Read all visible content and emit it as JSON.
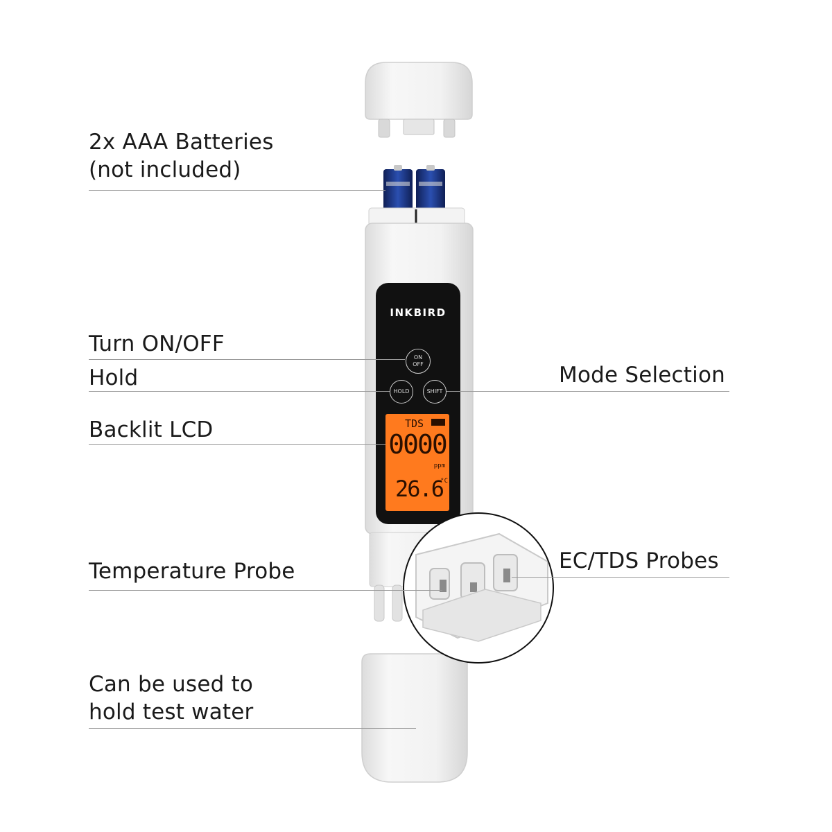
{
  "callouts": {
    "batteries": {
      "line1": "2x AAA Batteries",
      "line2": "(not included)"
    },
    "power": "Turn ON/OFF",
    "hold": "Hold",
    "mode": "Mode Selection",
    "lcd": "Backlit LCD",
    "temp_probe": "Temperature Probe",
    "ec_tds": "EC/TDS Probes",
    "cap": {
      "line1": "Can be used to",
      "line2": "hold test water"
    }
  },
  "device": {
    "brand": "INKBIRD",
    "buttons": {
      "power_top": "ON",
      "power_bottom": "OFF",
      "hold": "HOLD",
      "shift": "SHIFT"
    },
    "lcd": {
      "mode": "TDS",
      "reading": "0000",
      "unit": "ppm",
      "temperature": "26.6",
      "temp_unit": "°C"
    }
  },
  "colors": {
    "body": "#f2f2f2",
    "panel": "#111111",
    "lcd_backlight": "#ff7a1e",
    "lcd_segments": "#2a0f00",
    "battery": "#1f3a8a",
    "text": "#1a1a1a",
    "leader": "#9a9a9a"
  }
}
